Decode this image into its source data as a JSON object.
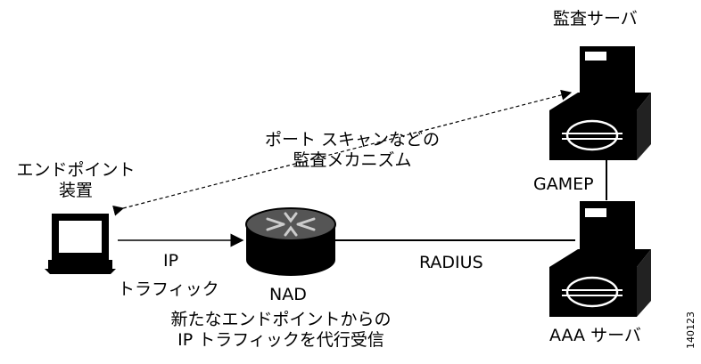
{
  "labels": {
    "audit_server": "監査サーバ",
    "port_scan_line1": "ポート スキャンなどの",
    "port_scan_line2": "監査メカニズム",
    "endpoint_line1": "エンドポイント",
    "endpoint_line2": "装置",
    "gamep": "GAMEP",
    "radius": "RADIUS",
    "ip": "IP",
    "traffic": "トラフィック",
    "nad": "NAD",
    "intercept_line1": "新たなエンドポイントからの",
    "intercept_line2": "IP トラフィックを代行受信",
    "aaa_server": "AAA サーバ",
    "figure_id": "140123"
  }
}
